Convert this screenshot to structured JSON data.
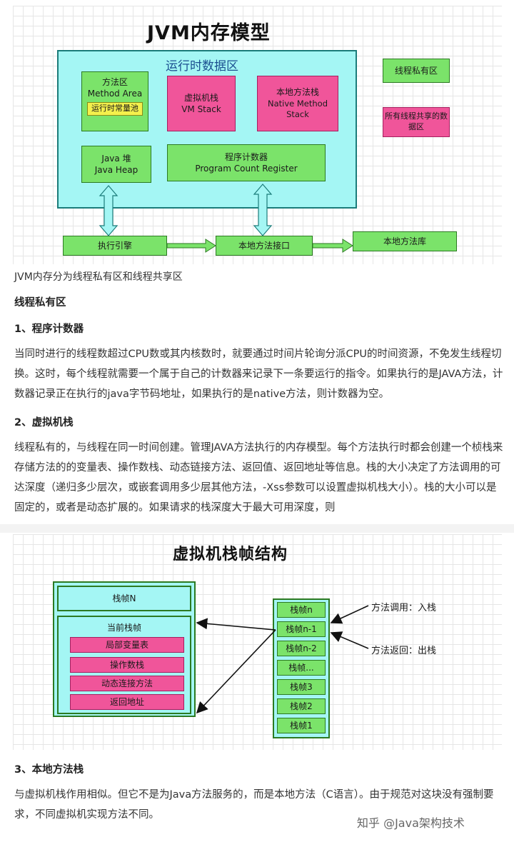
{
  "jvm_diagram": {
    "title": "JVM内存模型",
    "runtime_area": "运行时数据区",
    "method_area": {
      "cn": "方法区",
      "en": "Method Area",
      "pool": "运行时常量池"
    },
    "vm_stack": {
      "cn": "虚拟机栈",
      "en": "VM Stack"
    },
    "native_stack": {
      "cn": "本地方法栈",
      "en": "Native Method Stack"
    },
    "heap": {
      "cn": "Java 堆",
      "en": "Java Heap"
    },
    "pc": {
      "cn": "程序计数器",
      "en": "Program Count Register"
    },
    "engine": "执行引擎",
    "native_interface": "本地方法接口",
    "native_library": "本地方法库",
    "legend": {
      "private": "线程私有区",
      "shared": "所有线程共享的数据区"
    }
  },
  "article1": {
    "caption": "JVM内存分为线程私有区和线程共享区",
    "section": "线程私有区",
    "h1": "1、程序计数器",
    "p1": "当同时进行的线程数超过CPU数或其内核数时，就要通过时间片轮询分派CPU的时间资源，不免发生线程切换。这时，每个线程就需要一个属于自己的计数器来记录下一条要运行的指令。如果执行的是JAVA方法，计数器记录正在执行的java字节码地址，如果执行的是native方法，则计数器为空。",
    "h2": "2、虚拟机栈",
    "p2": "线程私有的，与线程在同一时间创建。管理JAVA方法执行的内存模型。每个方法执行时都会创建一个桢栈来存储方法的的变量表、操作数栈、动态链接方法、返回值、返回地址等信息。栈的大小决定了方法调用的可达深度（递归多少层次，或嵌套调用多少层其他方法，-Xss参数可以设置虚拟机栈大小）。栈的大小可以是固定的，或者是动态扩展的。如果请求的栈深度大于最大可用深度，则"
  },
  "stack_diagram": {
    "title": "虚拟机栈帧结构",
    "frame_n": "栈帧N",
    "current_frame": "当前栈帧",
    "items": [
      "局部变量表",
      "操作数栈",
      "动态连接方法",
      "返回地址"
    ],
    "stack_frames": [
      "栈帧n",
      "栈帧n-1",
      "栈帧n-2",
      "栈帧...",
      "栈帧3",
      "栈帧2",
      "栈帧1"
    ],
    "push_label": "方法调用：入栈",
    "pop_label": "方法返回：出栈"
  },
  "article2": {
    "h3": "3、本地方法栈",
    "p3": "与虚拟机栈作用相似。但它不是为Java方法服务的，而是本地方法（C语言）。由于规范对这块没有强制要求，不同虚拟机实现方法不同。",
    "watermark": "知乎 @Java架构技术"
  },
  "colors": {
    "green": "#7be36a",
    "pink": "#f0559a",
    "cyan": "#a4f6f4",
    "yellow": "#f4f04c"
  }
}
